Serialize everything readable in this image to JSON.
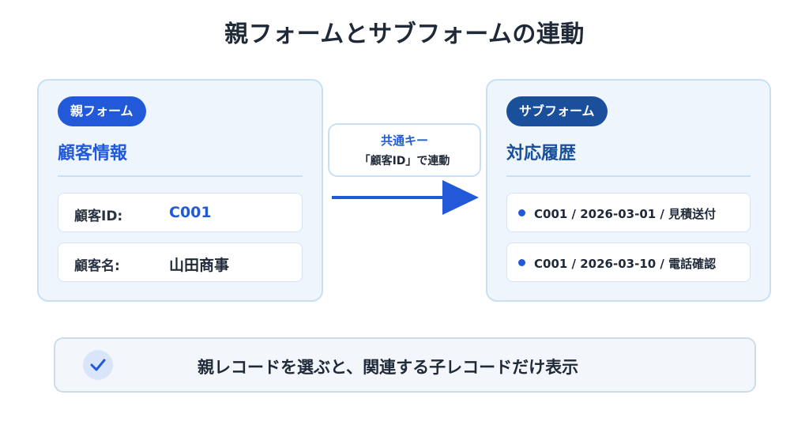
{
  "title": "親フォームとサブフォームの連動",
  "parent": {
    "badge": "親フォーム",
    "heading": "顧客情報",
    "fields": [
      {
        "label": "顧客ID:",
        "value": "C001"
      },
      {
        "label": "顧客名:",
        "value": "山田商事"
      }
    ]
  },
  "link": {
    "title": "共通キー",
    "subtitle": "「顧客ID」で連動"
  },
  "child": {
    "badge": "サブフォーム",
    "heading": "対応履歴",
    "records": [
      "C001 / 2026-03-01 / 見積送付",
      "C001 / 2026-03-10 / 電話確認"
    ]
  },
  "note": {
    "icon": "check-icon",
    "text": "親レコードを選ぶと、関連する子レコードだけ表示"
  },
  "colors": {
    "primary": "#2159d9",
    "secondary": "#1a4f9c",
    "panel_bg": "#eef5fd",
    "panel_border": "#c8dff4"
  }
}
